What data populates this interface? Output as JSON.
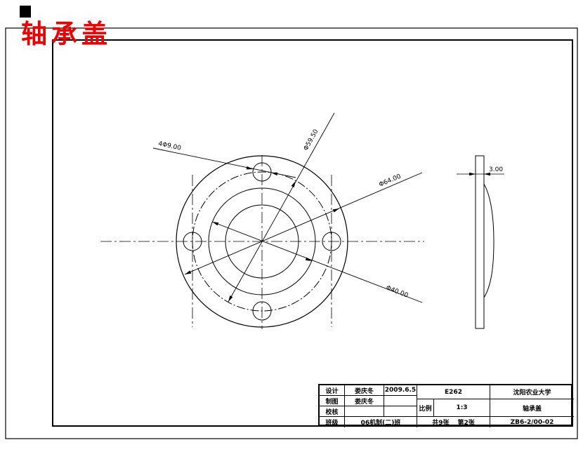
{
  "header": {
    "title": "轴承盖"
  },
  "drawing": {
    "dims": {
      "holes": "4Φ9.00",
      "bolt_circle": "Φ59.50",
      "outer": "Φ64.00",
      "inner": "Φ40.00",
      "thickness": "3.00"
    }
  },
  "title_block": {
    "rows": [
      {
        "label": "设计",
        "value": "娄庆冬",
        "extra": "2009.6.5"
      },
      {
        "label": "制图",
        "value": "娄庆冬",
        "extra": ""
      },
      {
        "label": "校核",
        "value": "",
        "extra": ""
      },
      {
        "label": "班级",
        "value": "06机制(二)班"
      }
    ],
    "code": "E262",
    "university": "沈阳农业大学",
    "scale_label": "比例",
    "scale_value": "1:3",
    "part_name": "轴承盖",
    "sheet_total": "共9张",
    "sheet_no": "第2张",
    "drawing_no": "ZB6-2/00-02"
  },
  "colors": {
    "title_red": "#e80000",
    "line": "#000000"
  }
}
